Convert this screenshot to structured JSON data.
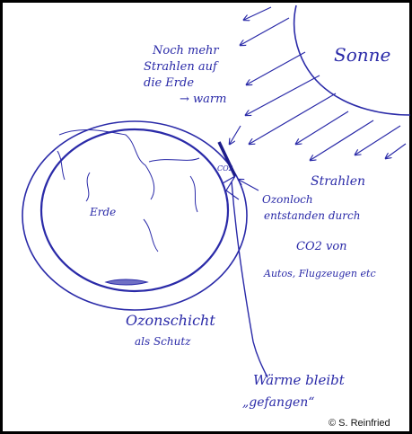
{
  "diagram": {
    "sun_label": "Sonne",
    "more_rays_label": [
      "Noch mehr",
      "Strahlen auf",
      "die Erde",
      "→ warm"
    ],
    "rays_label": "Strahlen",
    "ozone_hole_label": [
      "Ozonloch",
      "entstanden durch"
    ],
    "co2_cause_label": "CO2 von",
    "sources_label": "Autos, Flugzeugen etc",
    "earth_label": "Erde",
    "co2_small_label": "CO2",
    "ozone_layer_label": "Ozonschicht",
    "protection_label": "als Schutz",
    "heat_trapped_label": [
      "Wärme bleibt",
      "„gefangen“"
    ],
    "copyright": "© S. Reinfried"
  },
  "colors": {
    "ink": "#2a2aa8",
    "ink_dark": "#1c1c8a",
    "frame": "#000000",
    "background": "#ffffff"
  }
}
